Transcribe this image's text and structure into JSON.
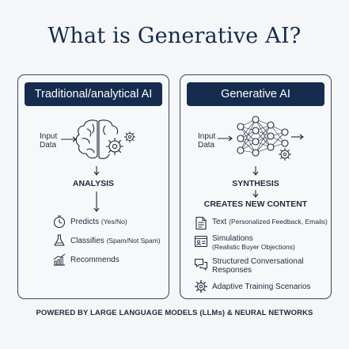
{
  "title": "What is Generative AI?",
  "left_panel": {
    "heading": "Traditional/analytical AI",
    "input_line1": "Input",
    "input_line2": "Data",
    "stage": "ANALYSIS",
    "items": [
      {
        "label": "Predicts",
        "note": "(Yes/No)",
        "icon": "stopwatch-icon"
      },
      {
        "label": "Classifies",
        "note": "(Spam/Not Spam)",
        "icon": "flask-icon"
      },
      {
        "label": "Recommends",
        "note": "",
        "icon": "trend-chart-icon"
      }
    ]
  },
  "right_panel": {
    "heading": "Generative AI",
    "input_line1": "Input",
    "input_line2": "Data",
    "stage": "SYNTHESIS",
    "sub_stage": "CREATES NEW CONTENT",
    "items": [
      {
        "label": "Text",
        "note": "(Personalized Feedback, Emails)",
        "icon": "document-lines-icon"
      },
      {
        "label": "Simulations",
        "note": "(Realistic Buyer Objections)",
        "icon": "simulation-window-icon"
      },
      {
        "label": "Structured Conversational",
        "label2": "Responses",
        "icon": "chat-bubbles-icon"
      },
      {
        "label": "Adaptive Training Scenarios",
        "note": "",
        "icon": "gear-icon"
      }
    ]
  },
  "footer": "POWERED BY LARGE LANGUAGE MODELS (LLMs) & NEURAL NETWORKS",
  "colors": {
    "navy": "#162c4f",
    "ink": "#1f2a3a",
    "background": "#f4f6f8"
  }
}
